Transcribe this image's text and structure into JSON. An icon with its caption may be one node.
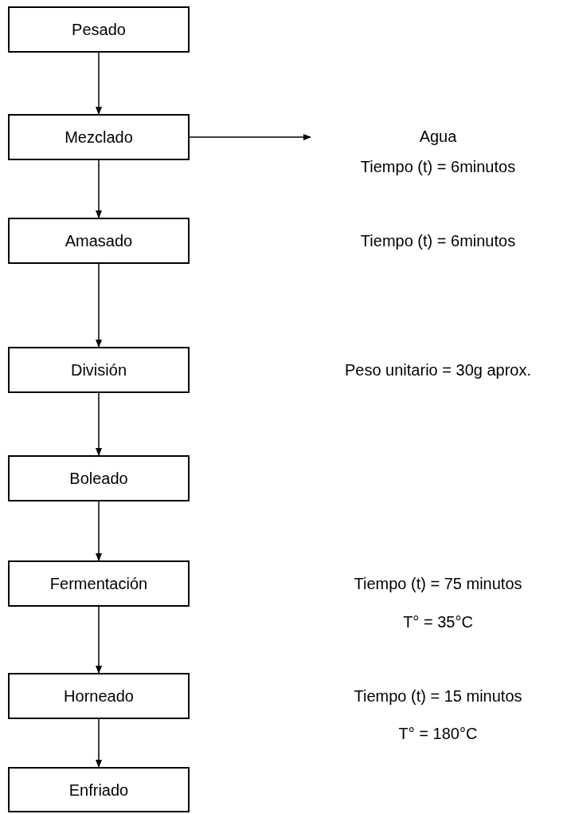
{
  "diagram": {
    "nodes": [
      {
        "text": [
          "Pesado"
        ]
      },
      {
        "text": [
          "Mezclado"
        ]
      },
      {
        "text": [
          "Agua",
          "Tiempo (t) = 6minutos"
        ]
      },
      {
        "text": [
          "Amasado"
        ]
      },
      {
        "text": [
          "División"
        ]
      },
      {
        "text": [
          "Boleado"
        ]
      },
      {
        "text": [
          "Fermentación"
        ],
        "beside": [
          "Tiempo (t) = 75 minutos",
          "T° = 35°C"
        ]
      },
      {
        "text": [
          "Horneado"
        ],
        "beside": [
          "Tiempo (t) = 15 minutos",
          "T° = 180°C"
        ]
      },
      {
        "text": [
          "Enfriado"
        ]
      }
    ],
    "edges": [
      {
        "from": 0,
        "to": 1,
        "arrow": "to"
      },
      {
        "from": 1,
        "to": 2,
        "arrow": "to"
      },
      {
        "from": 1,
        "to": 3,
        "arrow": "to"
      },
      {
        "from": 3,
        "to": 4,
        "arrow": "to"
      },
      {
        "from": 4,
        "to": 5,
        "arrow": "to"
      },
      {
        "from": 5,
        "to": 6,
        "arrow": "to"
      },
      {
        "from": 6,
        "to": 7,
        "arrow": "to"
      },
      {
        "from": 7,
        "to": 8,
        "arrow": "to"
      }
    ],
    "labels": [
      "Tiempo (t) = 6minutos",
      "Peso unitario = 30g aprox."
    ]
  }
}
